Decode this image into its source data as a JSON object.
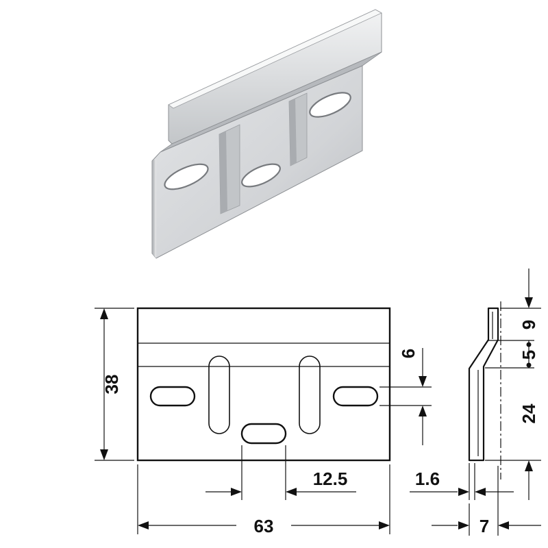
{
  "dimensions": {
    "height_38": "38",
    "width_63": "63",
    "slot_spacing_12_5": "12.5",
    "slot_width_6": "6",
    "top_9": "9",
    "mid_5": "5",
    "lower_24": "24",
    "thickness_1_6": "1.6",
    "depth_7": "7"
  },
  "colors": {
    "metal_light": "#e6e7e8",
    "metal_mid": "#c9cbcd",
    "metal_dark": "#8c8f93",
    "line": "#111111"
  }
}
